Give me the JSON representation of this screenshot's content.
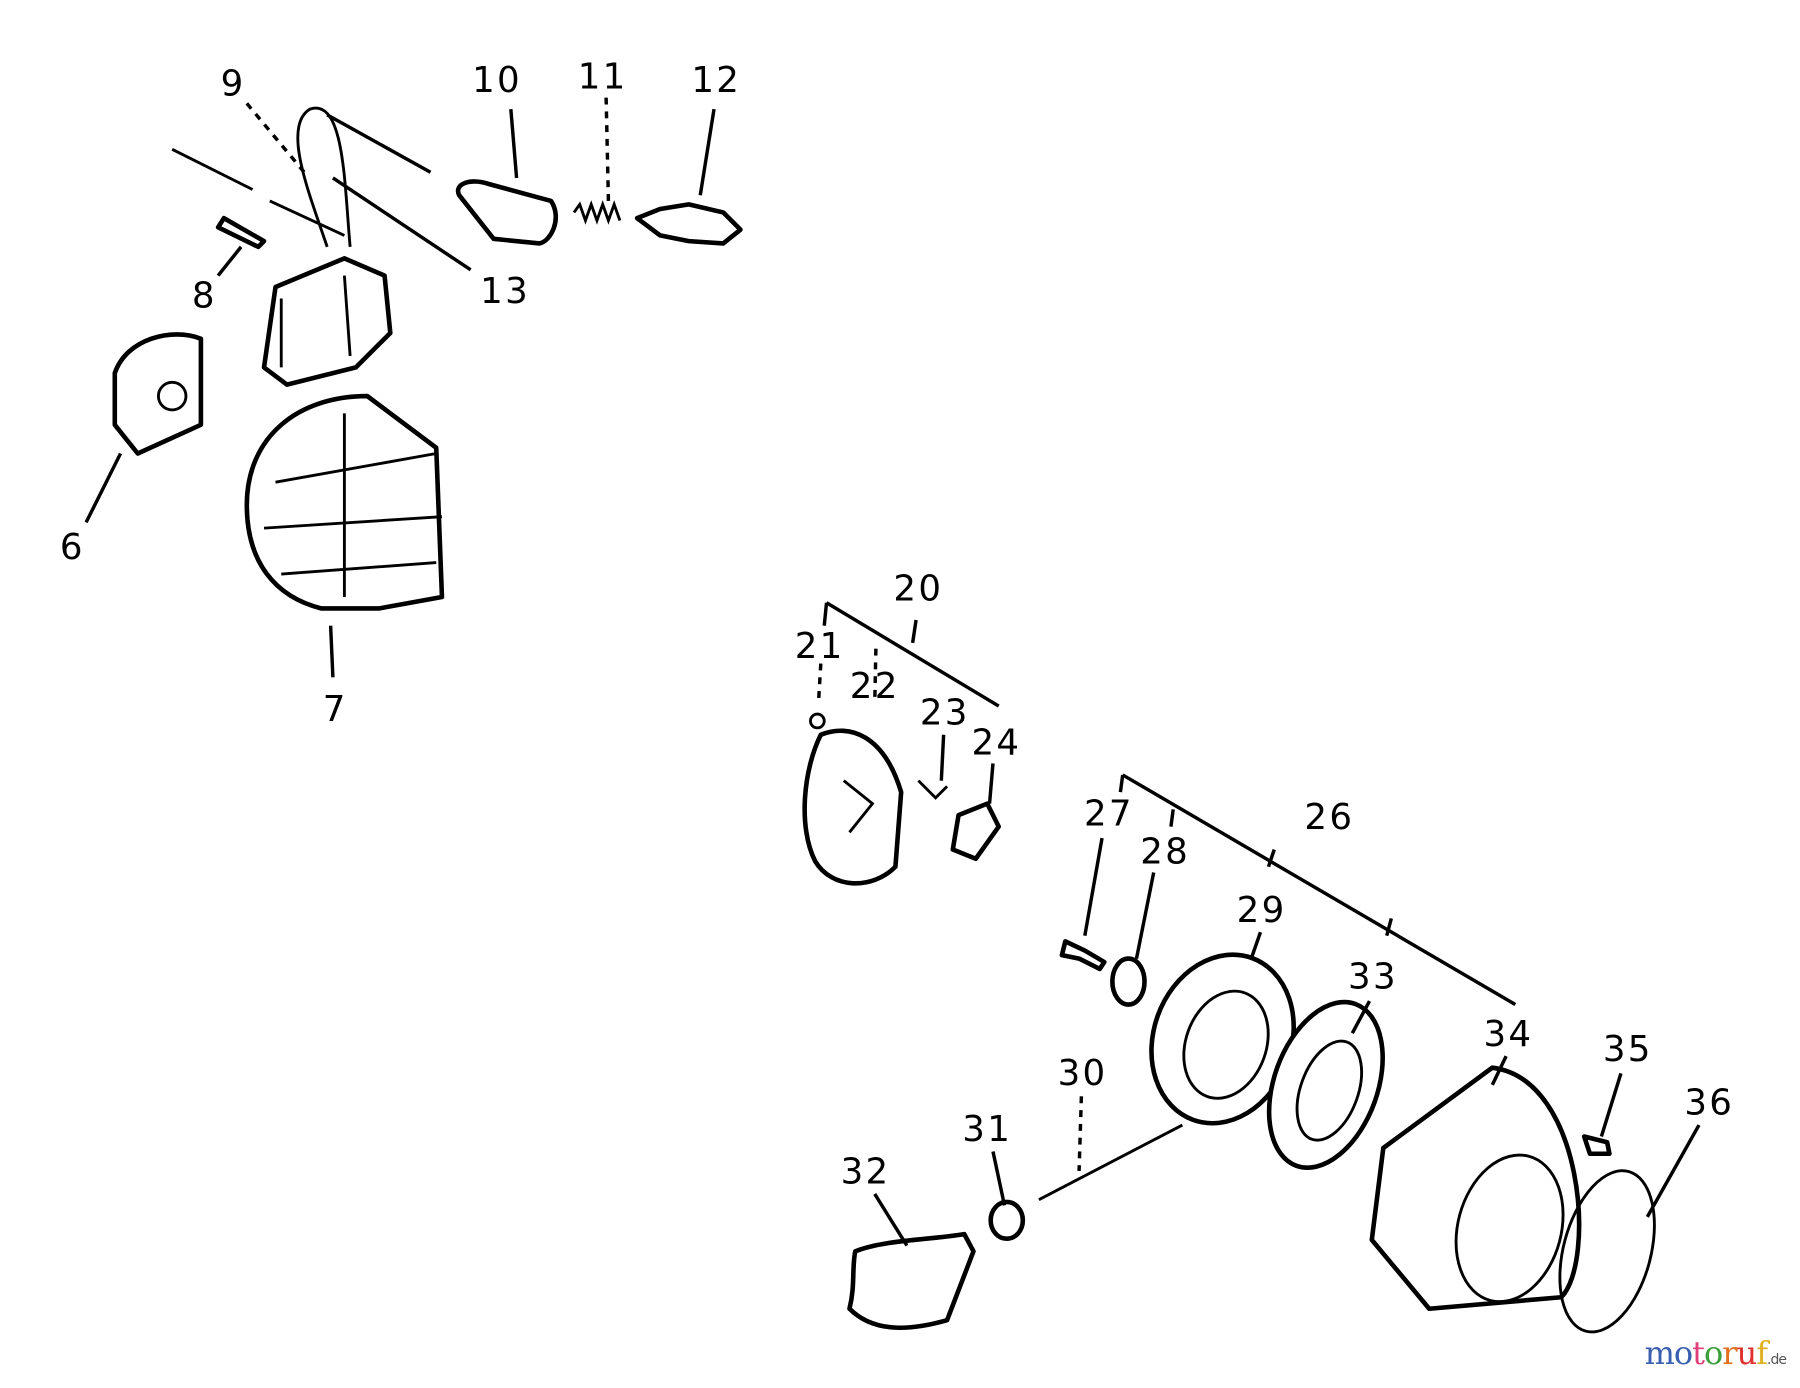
{
  "labels": {
    "p6": "6",
    "p7": "7",
    "p8": "8",
    "p9": "9",
    "p10": "10",
    "p11": "11",
    "p12": "12",
    "p13": "13",
    "p20": "20",
    "p21": "21",
    "p22": "22",
    "p23": "23",
    "p24": "24",
    "p26": "26",
    "p27": "27",
    "p28": "28",
    "p29": "29",
    "p30": "30",
    "p31": "31",
    "p32": "32",
    "p33": "33",
    "p34": "34",
    "p35": "35",
    "p36": "36"
  },
  "watermark": {
    "letters": [
      "m",
      "o",
      "t",
      "o",
      "r",
      "u",
      "f"
    ],
    "suffix": ".de",
    "colors": [
      "#3a5fb0",
      "#3a5fb0",
      "#e0407a",
      "#3aa03a",
      "#e07020",
      "#e03030",
      "#e0b020"
    ]
  }
}
